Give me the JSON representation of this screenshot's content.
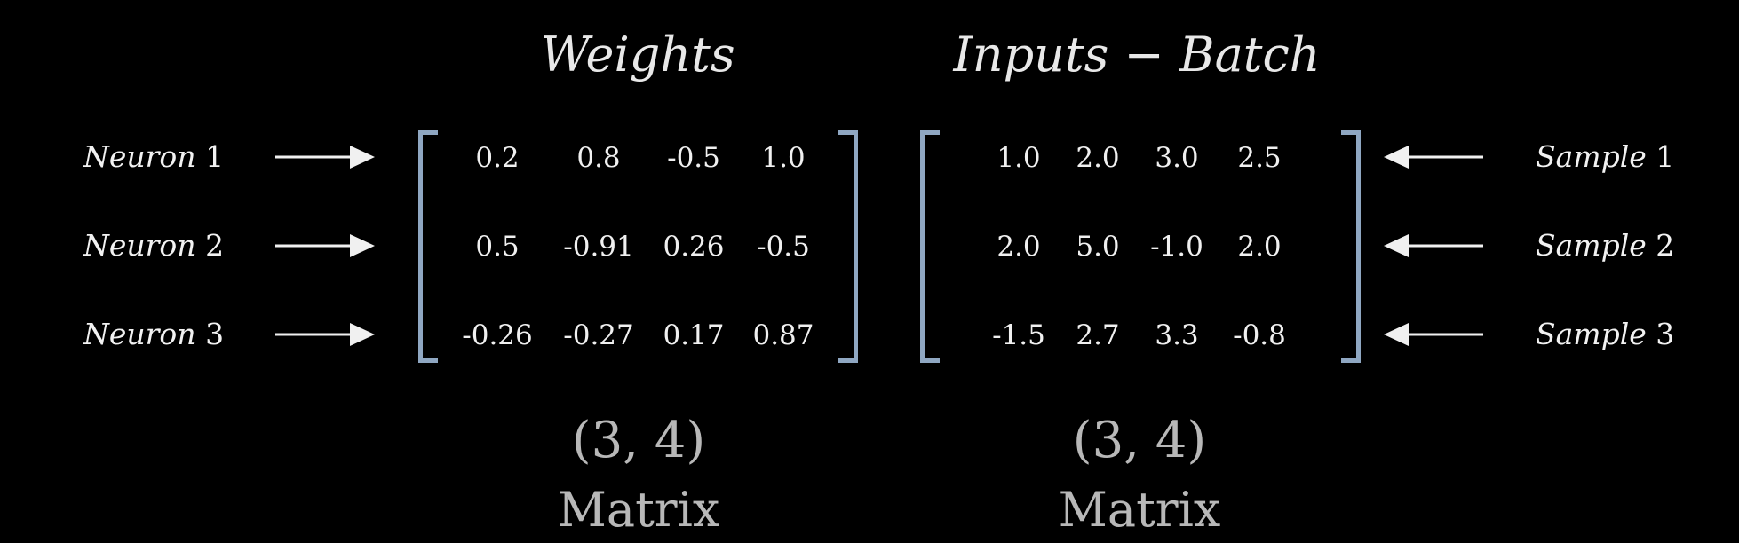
{
  "weights": {
    "title": "Weights",
    "rows": [
      [
        "0.2",
        "0.8",
        "-0.5",
        "1.0"
      ],
      [
        "0.5",
        "-0.91",
        "0.26",
        "-0.5"
      ],
      [
        "-0.26",
        "-0.27",
        "0.17",
        "0.87"
      ]
    ],
    "row_labels": [
      {
        "word": "Neuron",
        "number": "1"
      },
      {
        "word": "Neuron",
        "number": "2"
      },
      {
        "word": "Neuron",
        "number": "3"
      }
    ],
    "shape": "(3, 4)",
    "kind": "Matrix"
  },
  "inputs": {
    "title": "Inputs − Batch",
    "rows": [
      [
        "1.0",
        "2.0",
        "3.0",
        "2.5"
      ],
      [
        "2.0",
        "5.0",
        "-1.0",
        "2.0"
      ],
      [
        "-1.5",
        "2.7",
        "3.3",
        "-0.8"
      ]
    ],
    "row_labels": [
      {
        "word": "Sample",
        "number": "1"
      },
      {
        "word": "Sample",
        "number": "2"
      },
      {
        "word": "Sample",
        "number": "3"
      }
    ],
    "shape": "(3, 4)",
    "kind": "Matrix"
  },
  "colors": {
    "background": "#000000",
    "bracket": "#8fa7c2",
    "text": "#f0f0f0",
    "caption": "#b8b8b8",
    "arrow": "#f0f0f0"
  }
}
